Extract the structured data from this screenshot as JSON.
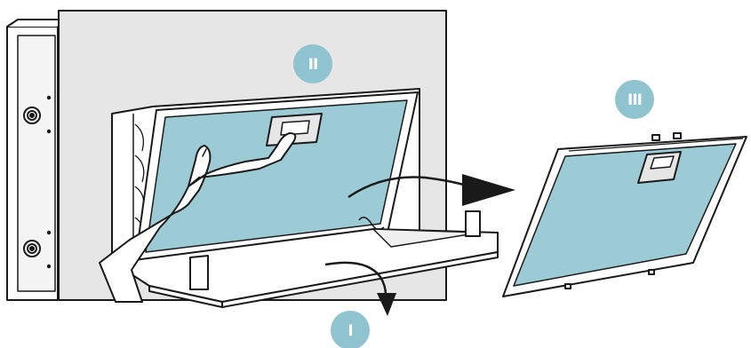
{
  "steps": [
    {
      "id": "step-1",
      "label": "I"
    },
    {
      "id": "step-2",
      "label": "II"
    },
    {
      "id": "step-3",
      "label": "III"
    }
  ],
  "colors": {
    "step_badge": "#8ec3cf",
    "filter_mesh": "#9ccbd6",
    "panel_back": "#e6e6e6",
    "outline": "#1a1a1a",
    "arrow": "#1a1a1a"
  },
  "icons": {
    "hand": "hand-icon",
    "arrow_remove": "arrow-right-icon",
    "arrow_open": "arrow-down-icon"
  }
}
